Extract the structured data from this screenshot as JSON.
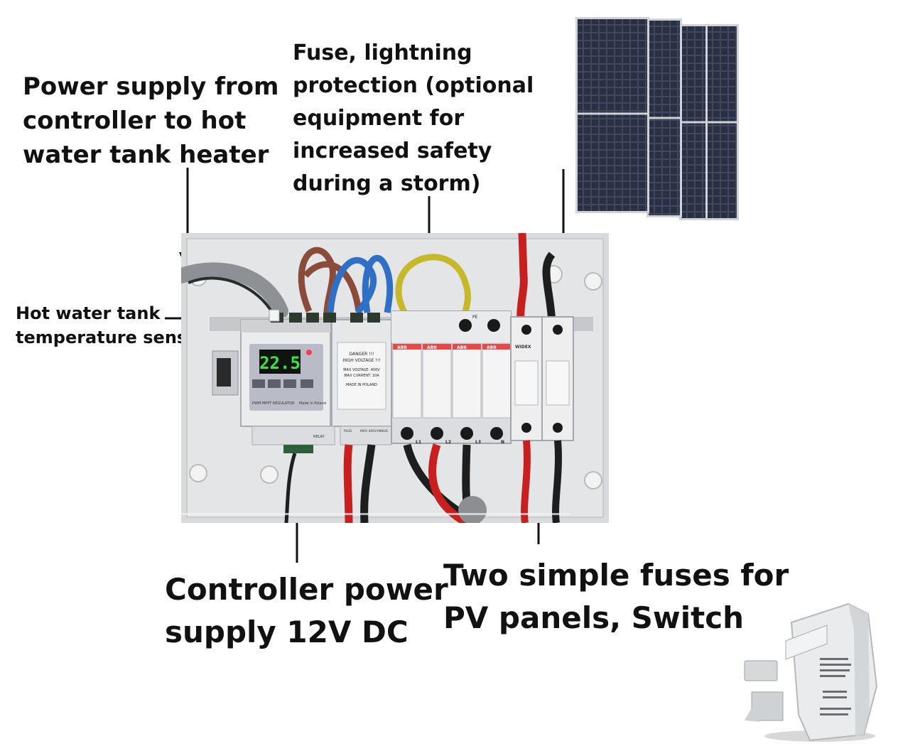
{
  "labels": {
    "power_supply": "Power supply from\ncontroller to hot\nwater tank heater",
    "fuse_protection": "Fuse, lightning\nprotection (optional\nequipment for\nincreased safety\nduring a storm)",
    "sensor": "Hot water tank\ntemperature sensor",
    "controller_power": "Controller power\nsupply 12V DC",
    "two_fuses": "Two simple fuses for\nPV panels, Switch"
  },
  "photo": {
    "display_value": "22.5",
    "danger_lines": [
      "DANGER !!!",
      "HIGH VOLTAGE !!!",
      "MAX VOLTAGE: 400V",
      "MAX CURRENT: 10A",
      "MADE IN POLAND"
    ],
    "regulator_name": "PWM MPPT REGULATOR",
    "made_in": "Made in Poland",
    "spd_brand": "ABB",
    "spd_terminals": [
      "L1",
      "L2",
      "L3",
      "N"
    ],
    "pe_label": "PE",
    "fuse_brand": "WIDEX",
    "relay_label": "RELAY",
    "bottom_terminal_labels": [
      "PLUS",
      "MAX 400V",
      "MINUS"
    ]
  },
  "colors": {
    "wire_red": "#c8201f",
    "wire_blue": "#2f6fc4",
    "wire_brown": "#8a4b3a",
    "wire_yellow_green": "#c7b82a",
    "display_green": "#39e639"
  }
}
